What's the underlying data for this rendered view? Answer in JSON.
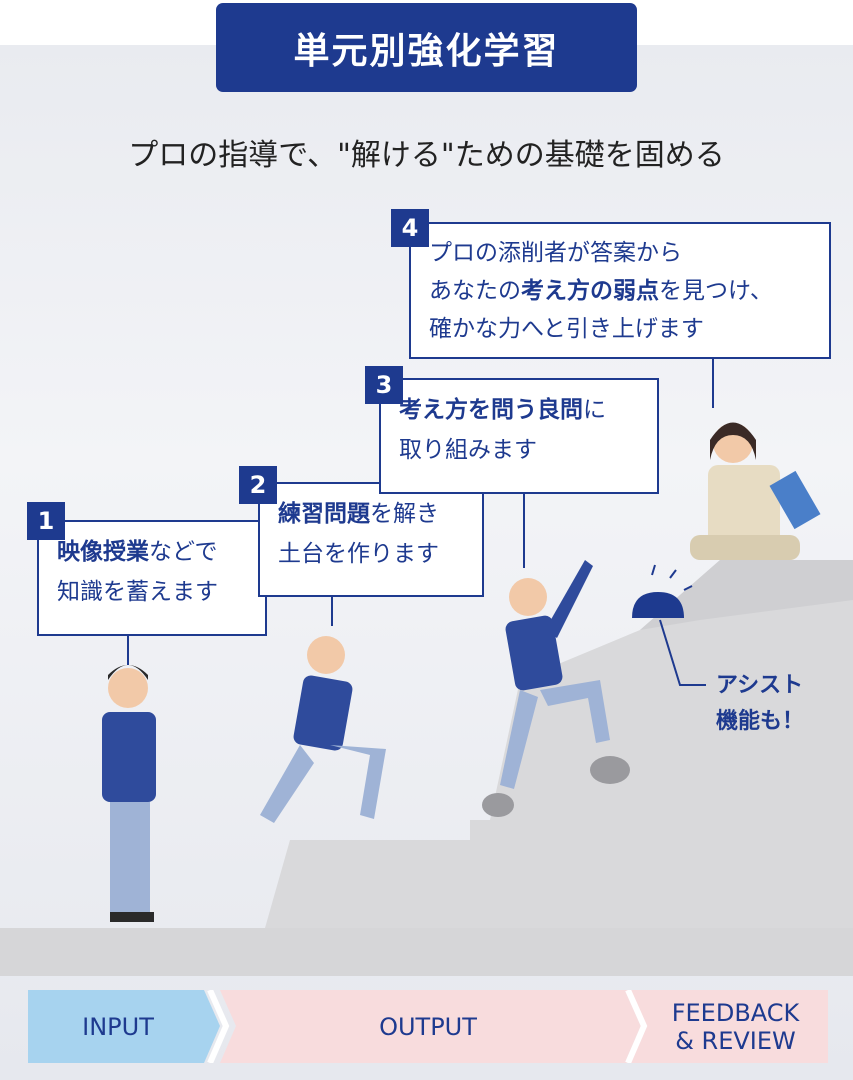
{
  "header": {
    "title": "単元別強化学習"
  },
  "subtitle": "プロの指導で、\"解ける\"ための基礎を固める",
  "steps": [
    {
      "number": "1",
      "bold": "映像授業",
      "rest1": "などで",
      "line2": "知識を蓄えます"
    },
    {
      "number": "2",
      "bold": "練習問題",
      "rest1": "を解き",
      "line2": "土台を作ります"
    },
    {
      "number": "3",
      "bold": "考え方を問う良問",
      "rest1": "に",
      "line2": "取り組みます"
    },
    {
      "number": "4",
      "line1": "プロの添削者が答案から",
      "line2_pre": "あなたの",
      "bold": "考え方の弱点",
      "line2_post": "を見つけ、",
      "line3": "確かな力へと引き上げます"
    }
  ],
  "assist": {
    "line1": "アシスト",
    "line2": "機能も！"
  },
  "flow": {
    "input": "INPUT",
    "output": "OUTPUT",
    "feedback_line1": "FEEDBACK",
    "feedback_line2": "& REVIEW"
  },
  "colors": {
    "navy": "#1e3a8f",
    "input": "#a7d3ef",
    "output": "#f8dcdd",
    "stairs": "#d8d8da"
  }
}
